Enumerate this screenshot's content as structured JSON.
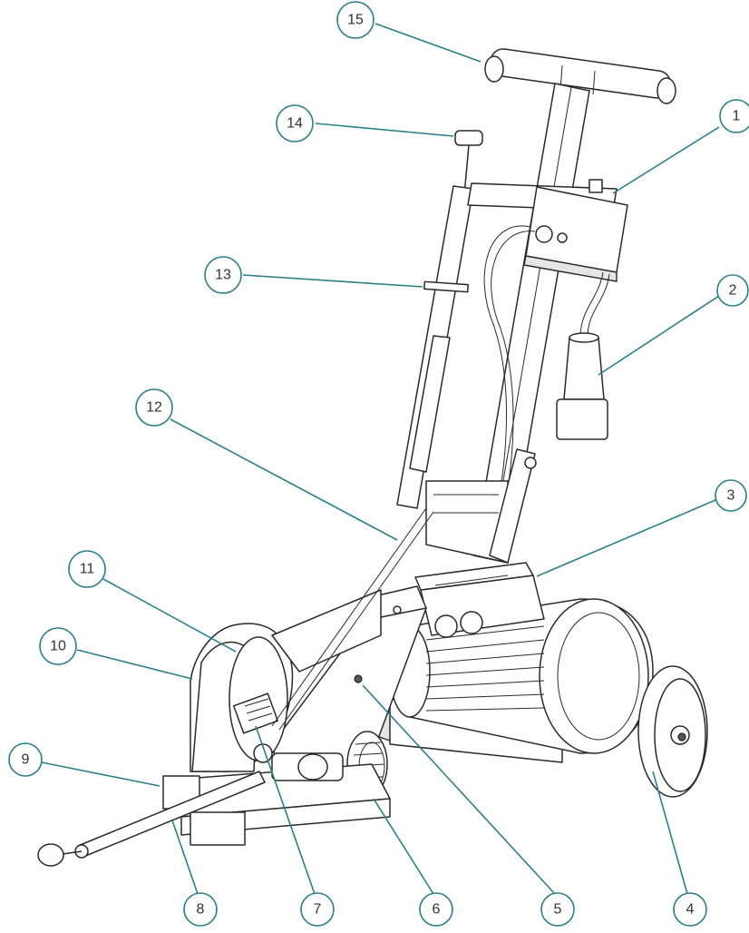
{
  "colors": {
    "callout": "#2a7f8a",
    "line": "#2a2a2a",
    "background": "#ffffff"
  },
  "callouts": {
    "c1": "1",
    "c2": "2",
    "c3": "3",
    "c4": "4",
    "c5": "5",
    "c6": "6",
    "c7": "7",
    "c8": "8",
    "c9": "9",
    "c10": "10",
    "c11": "11",
    "c12": "12",
    "c13": "13",
    "c14": "14",
    "c15": "15"
  }
}
